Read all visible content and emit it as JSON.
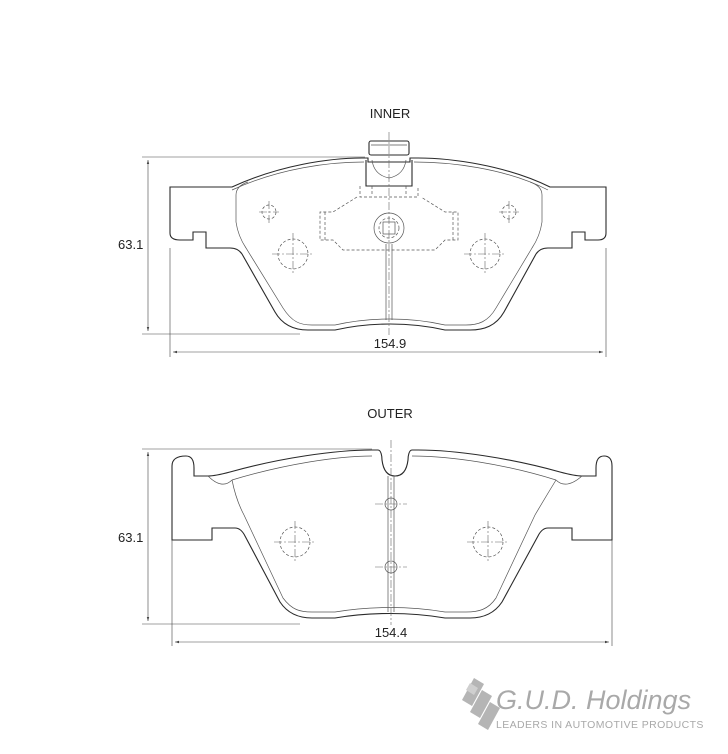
{
  "inner": {
    "title": "INNER",
    "height_dim": "63.1",
    "width_dim": "154.9"
  },
  "outer": {
    "title": "OUTER",
    "height_dim": "63.1",
    "width_dim": "154.4"
  },
  "brand": {
    "name": "G.U.D. Holdings",
    "tagline": "LEADERS IN AUTOMOTIVE PRODUCTS",
    "logo_color": "#a9a9a9"
  }
}
